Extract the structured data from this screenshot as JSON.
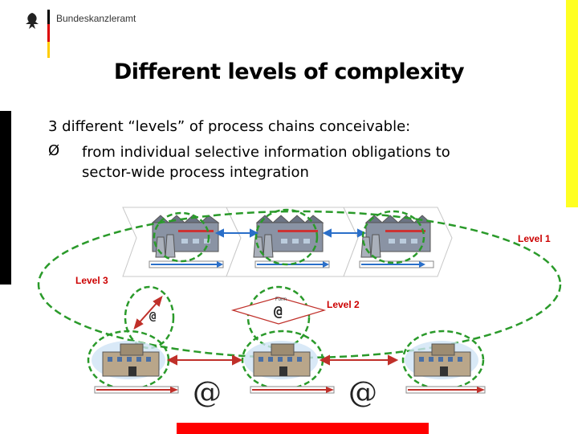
{
  "header": {
    "logo_text": "Bundeskanzleramt"
  },
  "slide": {
    "title": "Different levels of complexity",
    "line1": "3 different “levels” of process chains conceivable:",
    "bullet_glyph": "Ø",
    "line2": "from individual selective information obligations to",
    "line3": "sector-wide process integration"
  },
  "diagram": {
    "level1_label": "Level 1",
    "level2_label": "Level 2",
    "level3_label": "Level 3",
    "at_symbol": "@",
    "network_label": "Form"
  },
  "colors": {
    "level_label": "#cc0000",
    "ellipse": "#2a9a2a",
    "arrow_blue": "#2a6fc9",
    "arrow_red": "#c0302a",
    "left_bar": "#000000",
    "right_bar": "#ffff22",
    "bottom_bar": "#ff0000"
  }
}
